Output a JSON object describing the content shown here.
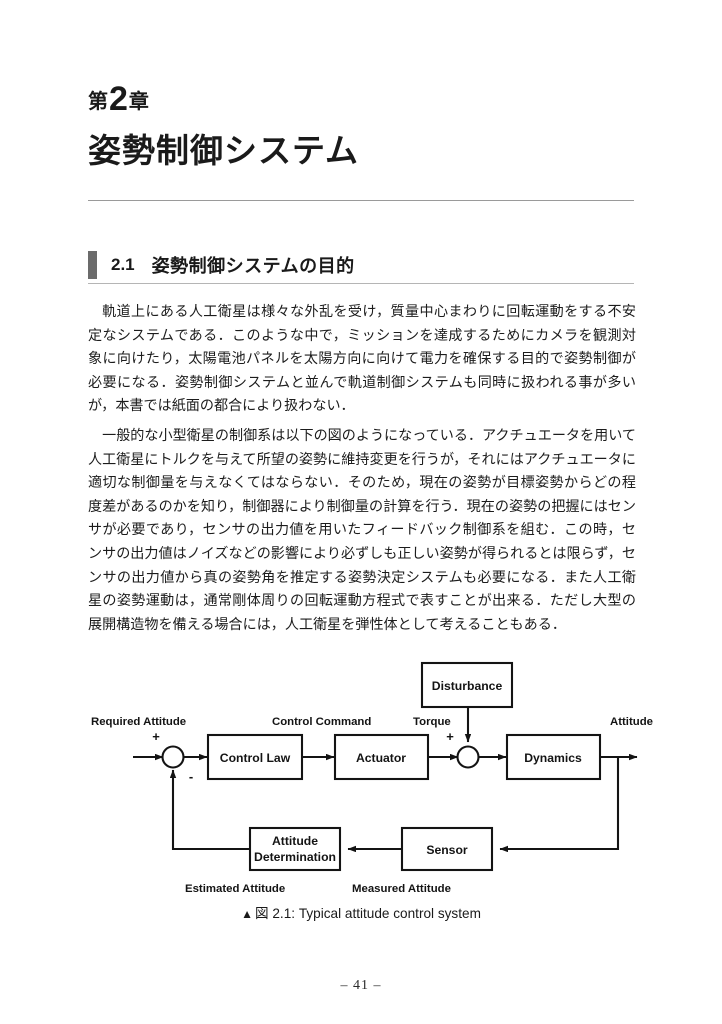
{
  "chapter": {
    "label_prefix": "第",
    "number": "2",
    "label_suffix": "章",
    "title": "姿勢制御システム"
  },
  "section": {
    "number": "2.1",
    "title": "姿勢制御システムの目的"
  },
  "body": {
    "paragraph_1": "軌道上にある人工衛星は様々な外乱を受け，質量中心まわりに回転運動をする不安定なシステムである．このような中で，ミッションを達成するためにカメラを観測対象に向けたり，太陽電池パネルを太陽方向に向けて電力を確保する目的で姿勢制御が必要になる．姿勢制御システムと並んで軌道制御システムも同時に扱われる事が多いが，本書では紙面の都合により扱わない．",
    "paragraph_2": "一般的な小型衛星の制御系は以下の図のようになっている．アクチュエータを用いて人工衛星にトルクを与えて所望の姿勢に維持変更を行うが，それにはアクチュエータに適切な制御量を与えなくてはならない．そのため，現在の姿勢が目標姿勢からどの程度差があるのかを知り，制御器により制御量の計算を行う．現在の姿勢の把握にはセンサが必要であり，センサの出力値を用いたフィードバック制御系を組む．この時，センサの出力値はノイズなどの影響により必ずしも正しい姿勢が得られるとは限らず，センサの出力値から真の姿勢角を推定する姿勢決定システムも必要になる．また人工衛星の姿勢運動は，通常剛体周りの回転運動方程式で表すことが出来る．ただし大型の展開構造物を備える場合には，人工衛星を弾性体として考えることもある．"
  },
  "figure": {
    "blocks": {
      "disturbance": "Disturbance",
      "control_law": "Control Law",
      "actuator": "Actuator",
      "dynamics": "Dynamics",
      "sensor": "Sensor",
      "attitude_determination_line1": "Attitude",
      "attitude_determination_line2": "Determination"
    },
    "signals": {
      "required_attitude": "Required Attitude",
      "control_command": "Control Command",
      "torque": "Torque",
      "attitude": "Attitude",
      "estimated_attitude": "Estimated Attitude",
      "measured_attitude": "Measured Attitude"
    },
    "signs": {
      "sum1_plus": "+",
      "sum1_minus": "-",
      "sum2_plus": "+"
    },
    "caption": {
      "marker": "▲",
      "label": "図 2.1:",
      "text": "Typical attitude control system"
    }
  },
  "footer": {
    "page_number": "– 41 –"
  },
  "colors": {
    "ink": "#141414",
    "rule": "#9a9a9a",
    "section_bar": "#6b6b6b",
    "paper": "#ffffff"
  }
}
